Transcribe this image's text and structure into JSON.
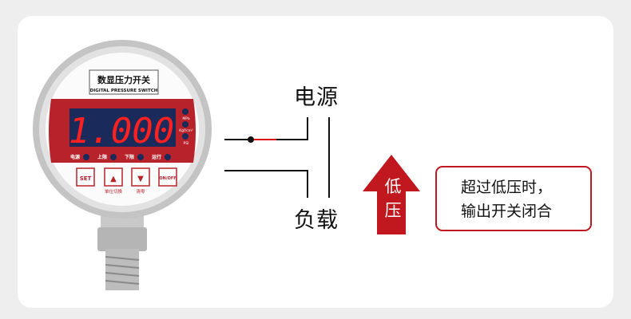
{
  "gauge": {
    "title_cn": "数显压力开关",
    "title_en": "DIGITAL PRESSURE SWITCH",
    "display_value": "1.000",
    "units": [
      "MPa",
      "Kgf/cm²",
      "PSI"
    ],
    "indicators": [
      "电源",
      "上限",
      "下限",
      "运行"
    ],
    "buttons": [
      "SET",
      "▲",
      "▼",
      "ON/OFF"
    ],
    "button_captions": [
      "单位切换",
      "清零"
    ]
  },
  "wiring": {
    "top_label": "电源",
    "bottom_label": "负载"
  },
  "arrow": {
    "line1": "低",
    "line2": "压"
  },
  "note": {
    "line1": "超过低压时，",
    "line2": "输出开关闭合"
  },
  "colors": {
    "accent": "#c0181e",
    "display": "#1a2a5a",
    "segment": "#ff2020"
  }
}
